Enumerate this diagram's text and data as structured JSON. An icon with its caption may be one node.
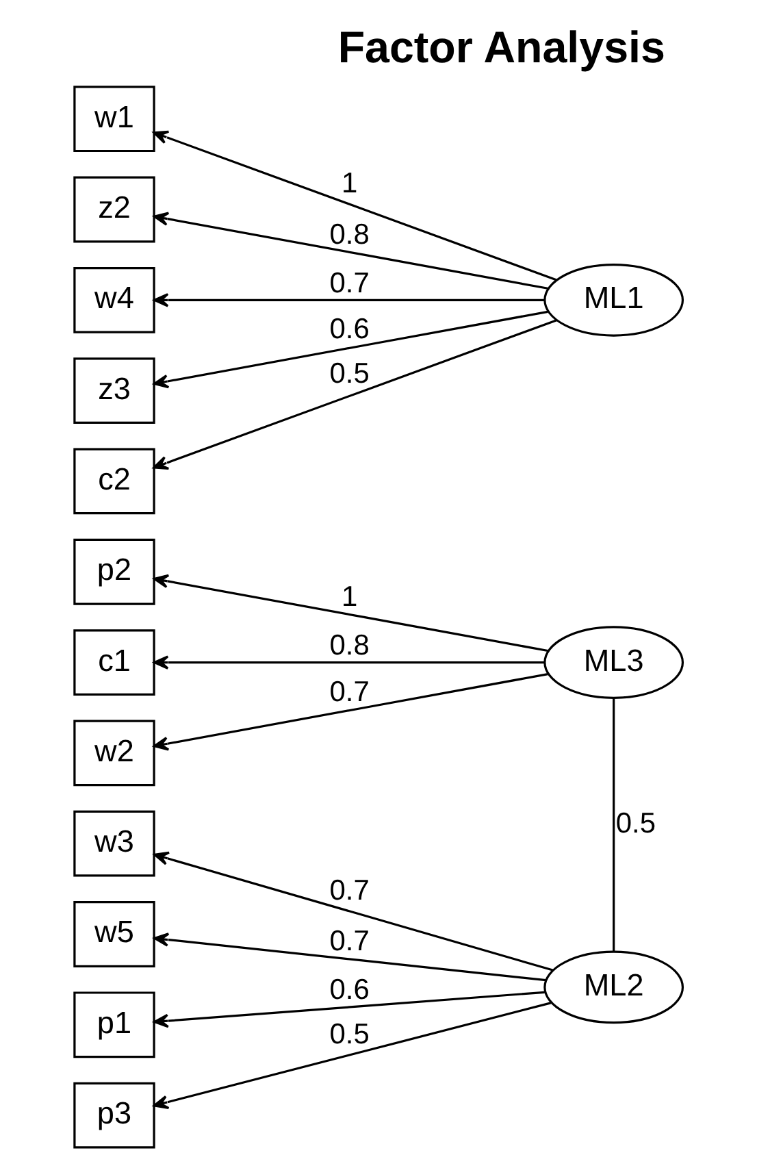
{
  "diagram": {
    "title": "Factor Analysis",
    "nodes": [
      {
        "text": [
          "w1"
        ]
      },
      {
        "text": [
          "z2"
        ]
      },
      {
        "text": [
          "w4"
        ]
      },
      {
        "text": [
          "z3"
        ]
      },
      {
        "text": [
          "c2"
        ]
      },
      {
        "text": [
          "p2"
        ]
      },
      {
        "text": [
          "c1"
        ]
      },
      {
        "text": [
          "w2"
        ]
      },
      {
        "text": [
          "w3"
        ]
      },
      {
        "text": [
          "w5"
        ]
      },
      {
        "text": [
          "p1"
        ]
      },
      {
        "text": [
          "p3"
        ]
      },
      {
        "text": [
          "ML1"
        ]
      },
      {
        "text": [
          "ML3"
        ]
      },
      {
        "text": [
          "ML2"
        ]
      }
    ],
    "edges": [
      {
        "from": 12,
        "to": 0,
        "arrow": "to",
        "label": "1"
      },
      {
        "from": 12,
        "to": 1,
        "arrow": "to",
        "label": "0.8"
      },
      {
        "from": 12,
        "to": 2,
        "arrow": "to",
        "label": "0.7"
      },
      {
        "from": 12,
        "to": 3,
        "arrow": "to",
        "label": "0.6"
      },
      {
        "from": 12,
        "to": 4,
        "arrow": "to",
        "label": "0.5"
      },
      {
        "from": 13,
        "to": 5,
        "arrow": "to",
        "label": "1"
      },
      {
        "from": 13,
        "to": 6,
        "arrow": "to",
        "label": "0.8"
      },
      {
        "from": 13,
        "to": 7,
        "arrow": "to",
        "label": "0.7"
      },
      {
        "from": 14,
        "to": 8,
        "arrow": "to",
        "label": "0.7"
      },
      {
        "from": 14,
        "to": 9,
        "arrow": "to",
        "label": "0.7"
      },
      {
        "from": 14,
        "to": 10,
        "arrow": "to",
        "label": "0.6"
      },
      {
        "from": 14,
        "to": 11,
        "arrow": "to",
        "label": "0.5"
      },
      {
        "from": 13,
        "to": 14,
        "arrow": "none",
        "label": "0.5"
      }
    ]
  }
}
